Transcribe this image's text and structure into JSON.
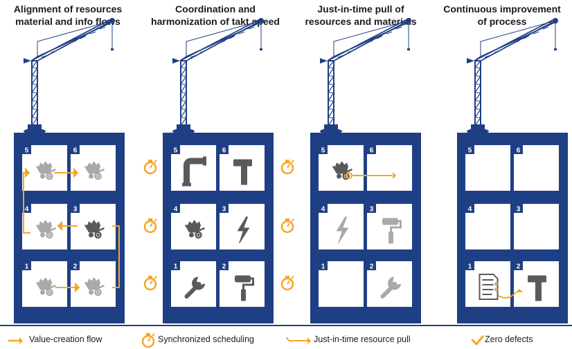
{
  "colors": {
    "building": "#1f3f84",
    "room": "#ffffff",
    "icon_gray": "#a9a9a9",
    "icon_dark": "#5a5a5a",
    "accent": "#f5a623"
  },
  "principles": [
    {
      "title_line1": "Alignment of resources",
      "title_line2": "material and info flows",
      "rooms": [
        {
          "number": "5",
          "icon": "wheelbarrow-icon",
          "shade": "gray"
        },
        {
          "number": "6",
          "icon": "wheelbarrow-icon",
          "shade": "gray"
        },
        {
          "number": "4",
          "icon": "wheelbarrow-icon",
          "shade": "gray"
        },
        {
          "number": "3",
          "icon": "wheelbarrow-icon",
          "shade": "dark"
        },
        {
          "number": "1",
          "icon": "wheelbarrow-icon",
          "shade": "gray"
        },
        {
          "number": "2",
          "icon": "wheelbarrow-icon",
          "shade": "gray"
        }
      ]
    },
    {
      "title_line1": "Coordination and",
      "title_line2": "harmonization of takt speed",
      "rooms": [
        {
          "number": "5",
          "icon": "pipe-icon",
          "shade": "dark"
        },
        {
          "number": "6",
          "icon": "hammer-icon",
          "shade": "dark"
        },
        {
          "number": "4",
          "icon": "wheelbarrow-icon",
          "shade": "dark"
        },
        {
          "number": "3",
          "icon": "lightning-icon",
          "shade": "dark"
        },
        {
          "number": "1",
          "icon": "wrench-icon",
          "shade": "dark"
        },
        {
          "number": "2",
          "icon": "paint-roller-icon",
          "shade": "dark"
        }
      ]
    },
    {
      "title_line1": "Just-in-time pull of",
      "title_line2": "resources and materials",
      "rooms": [
        {
          "number": "5",
          "icon": "wheelbarrow-icon",
          "shade": "dark"
        },
        {
          "number": "6",
          "icon": "",
          "shade": "gray"
        },
        {
          "number": "4",
          "icon": "lightning-icon",
          "shade": "gray"
        },
        {
          "number": "3",
          "icon": "paint-roller-icon",
          "shade": "gray"
        },
        {
          "number": "1",
          "icon": "",
          "shade": "gray"
        },
        {
          "number": "2",
          "icon": "wrench-icon",
          "shade": "gray"
        }
      ]
    },
    {
      "title_line1": "Continuous improvement",
      "title_line2": "of process",
      "rooms": [
        {
          "number": "5",
          "icon": "",
          "shade": "gray"
        },
        {
          "number": "6",
          "icon": "",
          "shade": "gray"
        },
        {
          "number": "4",
          "icon": "",
          "shade": "gray"
        },
        {
          "number": "3",
          "icon": "",
          "shade": "gray"
        },
        {
          "number": "1",
          "icon": "checklist-icon",
          "shade": "gray"
        },
        {
          "number": "2",
          "icon": "hammer-icon",
          "shade": "dark"
        }
      ]
    }
  ],
  "legend": [
    {
      "label": "Value-creation flow",
      "icon": "orange-arrow-icon"
    },
    {
      "label": "Synchronized scheduling",
      "icon": "stopwatch-icon"
    },
    {
      "label": "Just-in-time resource pull",
      "icon": "hook-arrow-icon"
    },
    {
      "label": "Zero defects",
      "icon": "checkmark-icon"
    }
  ]
}
